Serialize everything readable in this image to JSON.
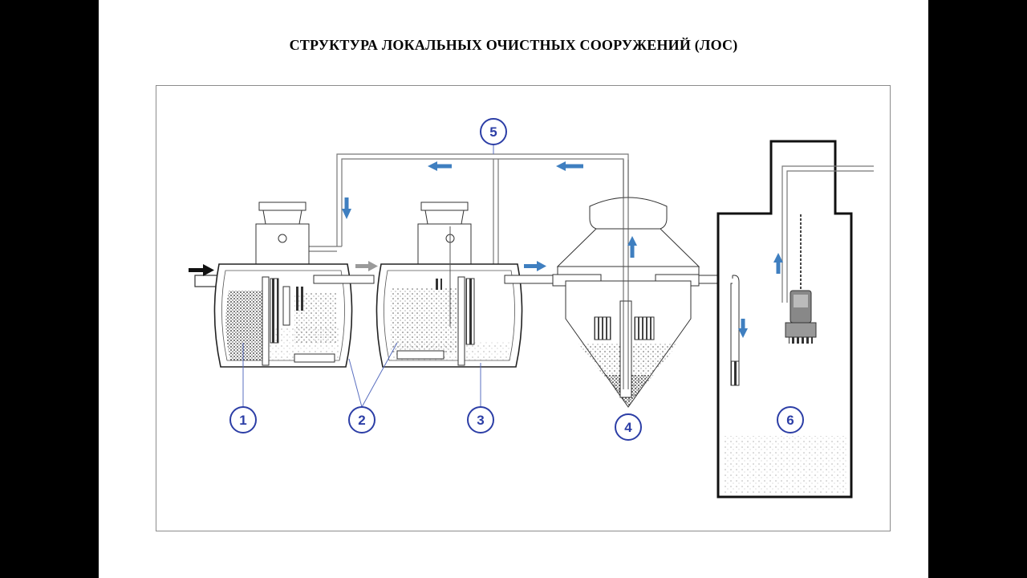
{
  "title": "СТРУКТУРА ЛОКАЛЬНЫХ ОЧИСТНЫХ СООРУЖЕНИЙ (ЛОС)",
  "colors": {
    "marker_stroke": "#2c3ea6",
    "marker_text": "#2c3ea6",
    "flow_arrow": "#3f7fc0",
    "inlet_arrow": "#111111",
    "transfer_arrow": "#9a9a9a",
    "tank_outline": "#222222",
    "background": "#ffffff"
  },
  "icons": [
    "inlet-arrow-icon",
    "flow-arrow-icon",
    "submersible-pump-icon"
  ],
  "markers": [
    {
      "id": "1",
      "label": "1"
    },
    {
      "id": "2",
      "label": "2"
    },
    {
      "id": "3",
      "label": "3"
    },
    {
      "id": "4",
      "label": "4"
    },
    {
      "id": "5",
      "label": "5"
    },
    {
      "id": "6",
      "label": "6"
    }
  ]
}
